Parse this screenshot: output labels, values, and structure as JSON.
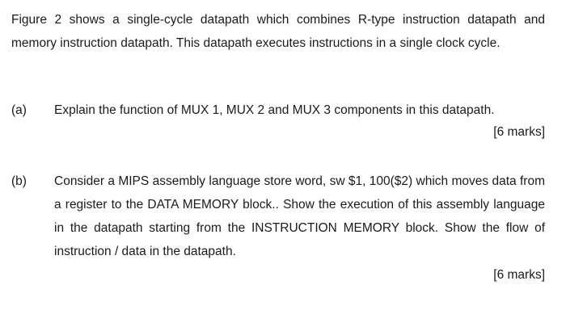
{
  "intro": "Figure 2 shows a single-cycle datapath which combines R-type instruction datapath and memory instruction datapath. This datapath executes instructions in a single clock cycle.",
  "questions": [
    {
      "label": "(a)",
      "text": "Explain the function of MUX 1, MUX 2 and MUX 3 components in this datapath.",
      "marks": "[6 marks]"
    },
    {
      "label": "(b)",
      "text": "Consider a MIPS assembly language store word, sw $1, 100($2) which moves data from a register to the DATA MEMORY block.. Show the execution of this assembly language in the datapath starting from the INSTRUCTION MEMORY block. Show the flow of instruction / data in the datapath.",
      "marks": "[6 marks]"
    }
  ]
}
